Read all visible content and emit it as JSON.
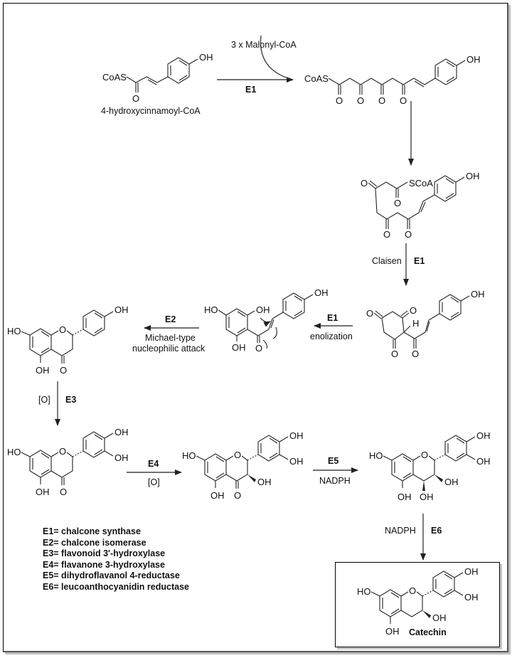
{
  "title": "Catechin biosynthesis pathway",
  "reagents": {
    "malonyl": "3 x Malonyl-CoA",
    "step1_enzyme": "E1",
    "claisen": "Claisen",
    "claisen_enzyme": "E1",
    "enolization": "enolization",
    "enolization_enzyme": "E1",
    "michael_enzyme": "E2",
    "michael_line1": "Michael-type",
    "michael_line2": "nucleophilic attack",
    "ox1": "[O]",
    "ox1_enzyme": "E3",
    "ox2_enzyme": "E4",
    "ox2": "[O]",
    "red1_enzyme": "E5",
    "red1": "NADPH",
    "red2": "NADPH",
    "red2_enzyme": "E6"
  },
  "compounds": {
    "start_name": "4-hydroxycinnamoyl-CoA",
    "final_name": "Catechin"
  },
  "atoms": {
    "oh": "OH",
    "ho": "HO",
    "o": "O",
    "h": "H",
    "coas": "CoAS",
    "scoa": "SCoA"
  },
  "legend": [
    "E1= chalcone synthase",
    "E2= chalcone isomerase",
    "E3= flavonoid 3'-hydroxylase",
    "E4= flavanone 3-hydroxylase",
    "E5= dihydroflavanol 4-reductase",
    "E6= leucoanthocyanidin reductase"
  ]
}
